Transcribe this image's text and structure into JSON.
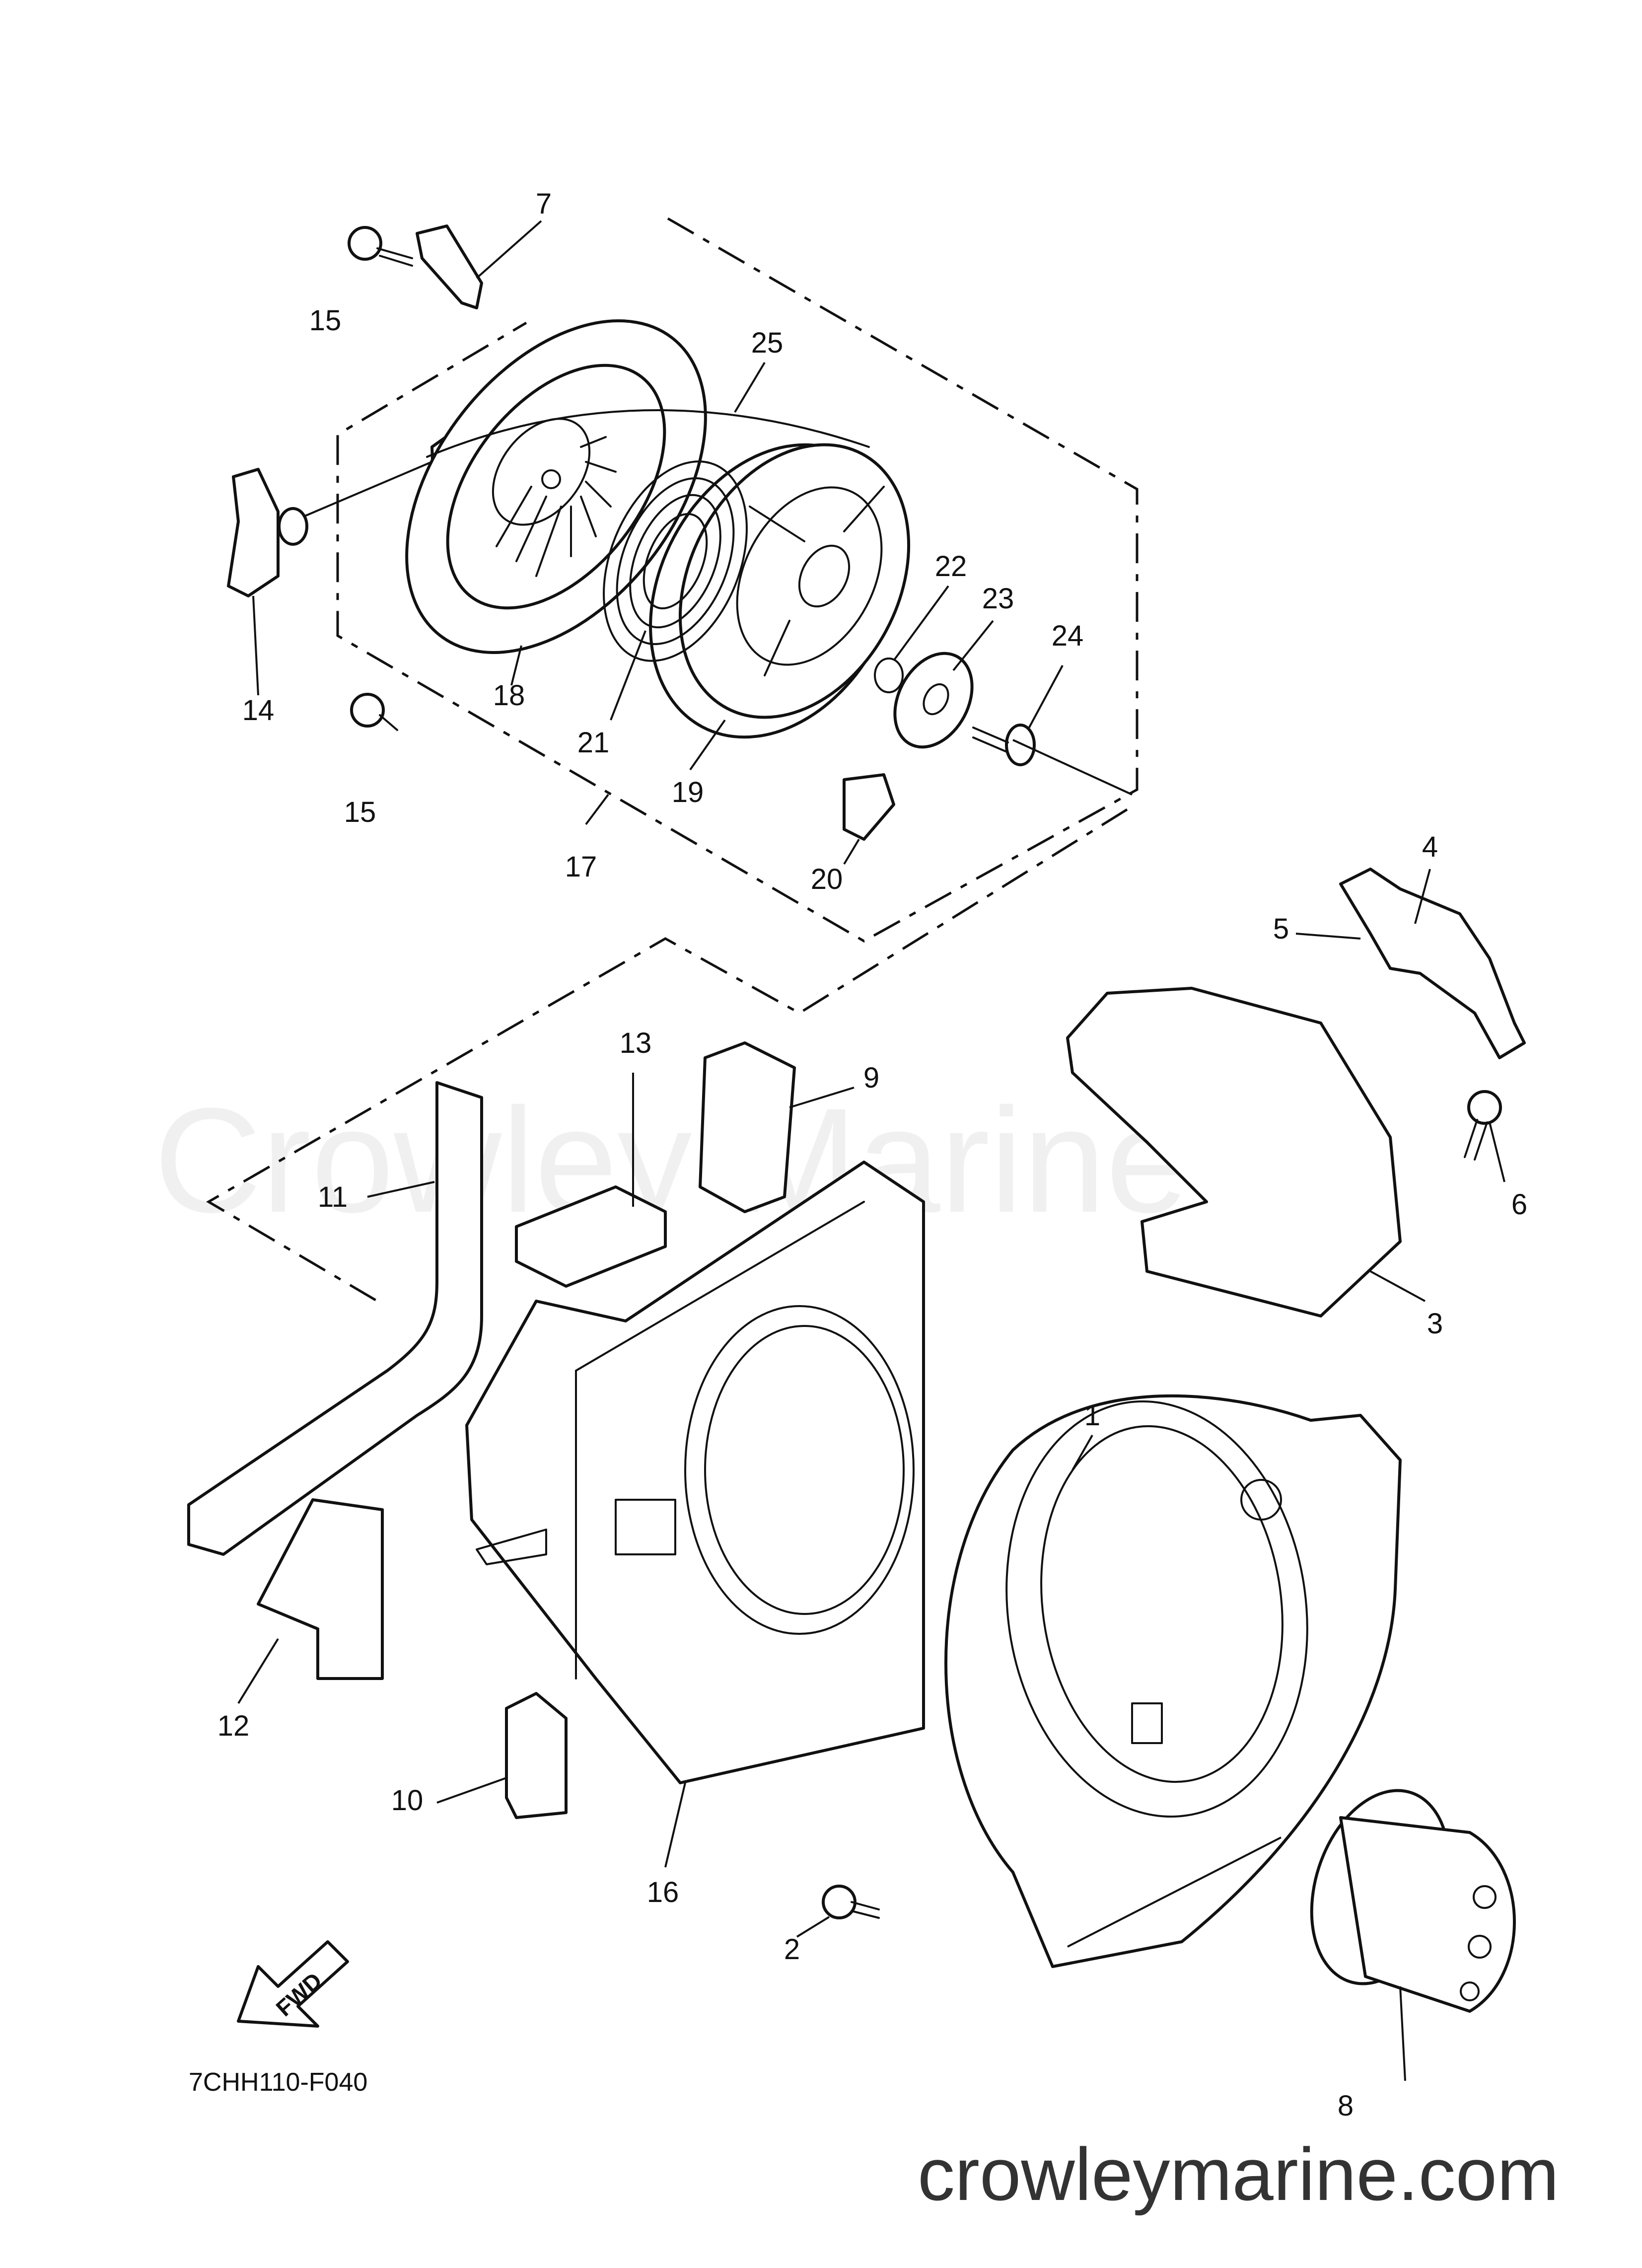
{
  "watermark": "Crowley Marine",
  "footer_url": "crowleymarine.com",
  "diagram_code": "7CHH110-F040",
  "fwd_label": "FWD",
  "callouts": [
    {
      "id": "c1",
      "label": "1"
    },
    {
      "id": "c2",
      "label": "2"
    },
    {
      "id": "c3",
      "label": "3"
    },
    {
      "id": "c4",
      "label": "4"
    },
    {
      "id": "c5",
      "label": "5"
    },
    {
      "id": "c6",
      "label": "6"
    },
    {
      "id": "c7",
      "label": "7"
    },
    {
      "id": "c8",
      "label": "8"
    },
    {
      "id": "c9",
      "label": "9"
    },
    {
      "id": "c10",
      "label": "10"
    },
    {
      "id": "c11",
      "label": "11"
    },
    {
      "id": "c12",
      "label": "12"
    },
    {
      "id": "c13",
      "label": "13"
    },
    {
      "id": "c14",
      "label": "14"
    },
    {
      "id": "c15a",
      "label": "15"
    },
    {
      "id": "c15b",
      "label": "15"
    },
    {
      "id": "c16",
      "label": "16"
    },
    {
      "id": "c17",
      "label": "17"
    },
    {
      "id": "c18",
      "label": "18"
    },
    {
      "id": "c19",
      "label": "19"
    },
    {
      "id": "c20",
      "label": "20"
    },
    {
      "id": "c21",
      "label": "21"
    },
    {
      "id": "c22",
      "label": "22"
    },
    {
      "id": "c23",
      "label": "23"
    },
    {
      "id": "c24",
      "label": "24"
    },
    {
      "id": "c25",
      "label": "25"
    }
  ]
}
